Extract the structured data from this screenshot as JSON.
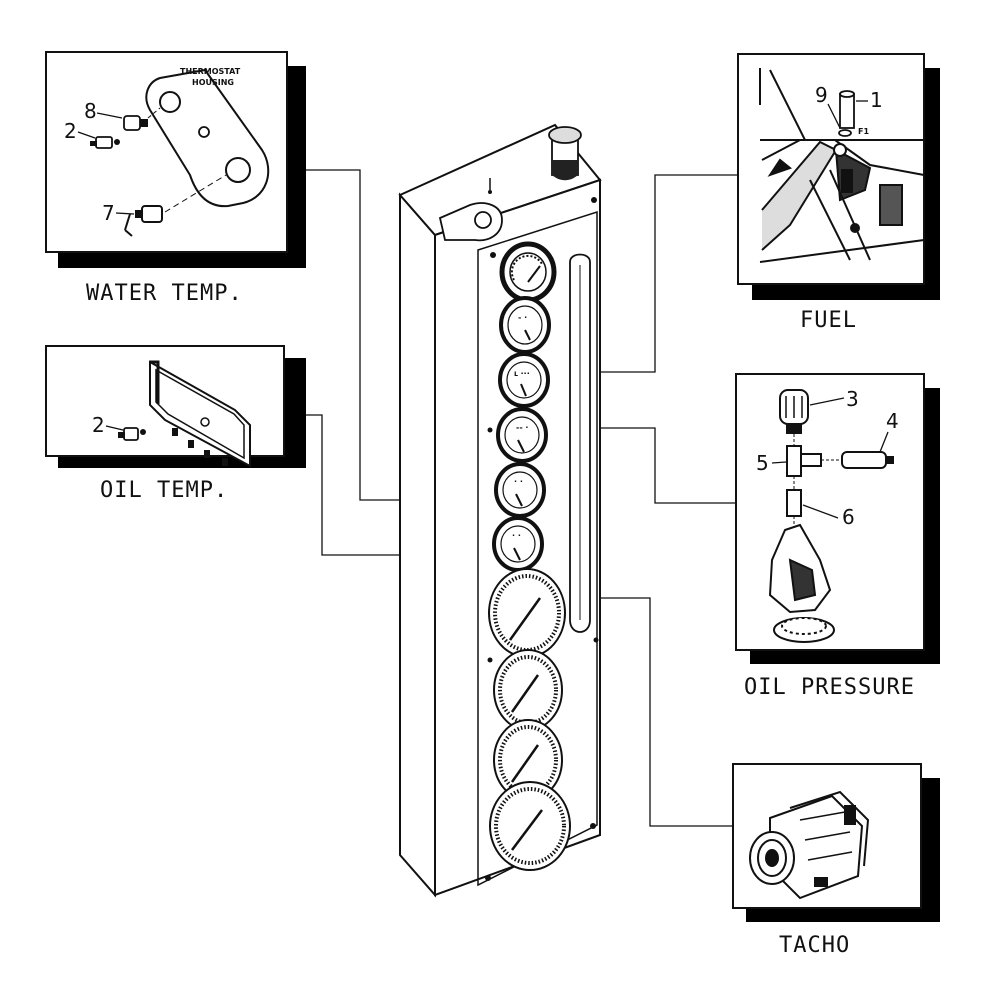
{
  "captions": {
    "water_temp": "WATER TEMP.",
    "oil_temp": "OIL TEMP.",
    "fuel": "FUEL",
    "oil_pressure": "OIL PRESSURE",
    "tacho": "TACHO"
  },
  "water_temp_panel": {
    "housing_label_line1": "THERMOSTAT",
    "housing_label_line2": "HOUSING",
    "callouts": [
      "8",
      "2",
      "7"
    ]
  },
  "oil_temp_panel": {
    "callouts": [
      "2"
    ]
  },
  "fuel_panel": {
    "callouts": [
      "9",
      "1"
    ]
  },
  "oil_pressure_panel": {
    "callouts": [
      "3",
      "4",
      "5",
      "6"
    ]
  },
  "colors": {
    "ink": "#111111",
    "shadow": "#000000",
    "paper": "#ffffff"
  }
}
